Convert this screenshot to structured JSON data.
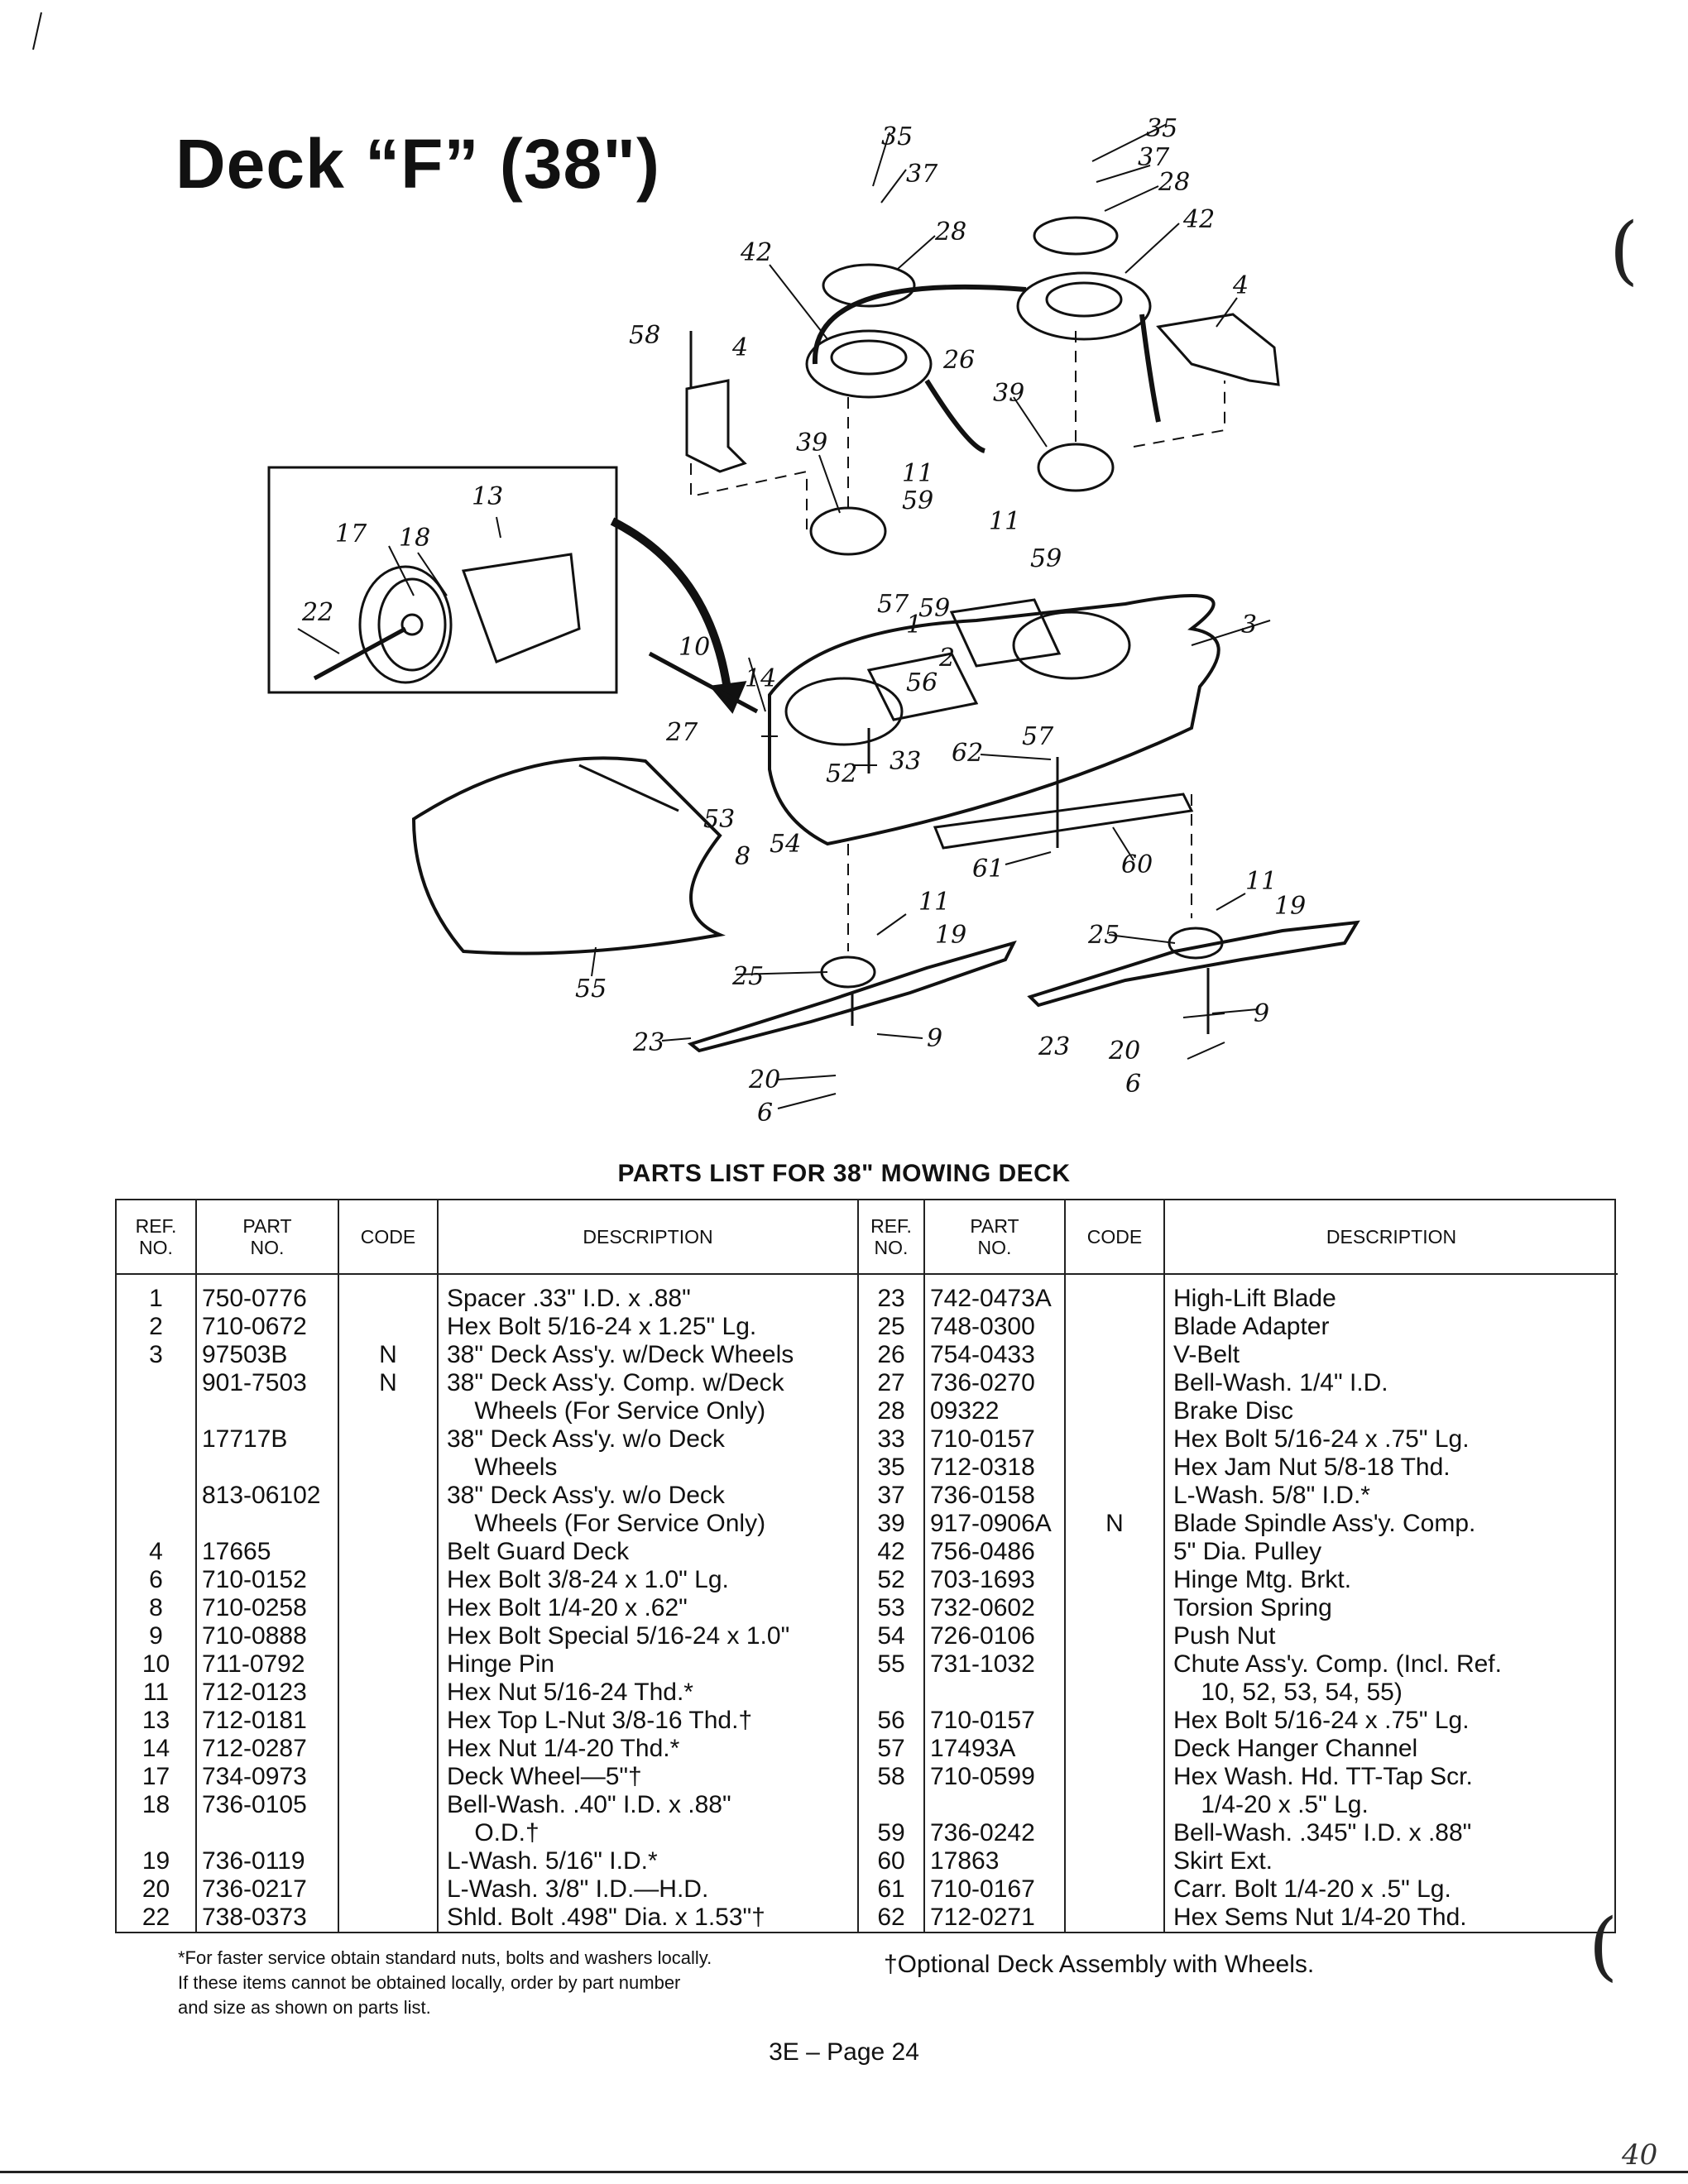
{
  "title": "Deck “F” (38\")",
  "list_title": "PARTS LIST FOR 38\" MOWING DECK",
  "headers": {
    "ref": "REF.\nNO.",
    "part": "PART\nNO.",
    "code": "CODE",
    "desc": "DESCRIPTION"
  },
  "left": {
    "ref": "1\n2\n3\n\n\n\n\n\n\n4\n6\n8\n9\n10\n11\n13\n14\n17\n18\n\n19\n20\n22",
    "part": "750-0776\n710-0672\n97503B\n901-7503\n\n17717B\n\n813-06102\n\n17665\n710-0152\n710-0258\n710-0888\n711-0792\n712-0123\n712-0181\n712-0287\n734-0973\n736-0105\n\n736-0119\n736-0217\n738-0373",
    "code": "\n\nN\nN\n\n\n\n\n\n\n\n\n\n\n\n\n\n\n\n\n\n\n",
    "desc": "Spacer .33\" I.D. x .88\"\nHex Bolt 5/16-24 x 1.25\" Lg.\n38\" Deck Ass'y. w/Deck Wheels\n38\" Deck Ass'y. Comp. w/Deck\n    Wheels (For Service Only)\n38\" Deck Ass'y. w/o Deck\n    Wheels\n38\" Deck Ass'y. w/o Deck\n    Wheels (For Service Only)\nBelt Guard Deck\nHex Bolt 3/8-24 x 1.0\" Lg.\nHex Bolt 1/4-20 x .62\"\nHex Bolt Special 5/16-24 x 1.0\"\nHinge Pin\nHex Nut 5/16-24 Thd.*\nHex Top L-Nut 3/8-16 Thd.†\nHex Nut 1/4-20 Thd.*\nDeck Wheel—5\"†\nBell-Wash. .40\" I.D. x .88\"\n    O.D.†\nL-Wash. 5/16\" I.D.*\nL-Wash. 3/8\" I.D.—H.D.\nShld. Bolt .498\" Dia. x 1.53\"†"
  },
  "right": {
    "ref": "23\n25\n26\n27\n28\n33\n35\n37\n39\n42\n52\n53\n54\n55\n\n56\n57\n58\n\n59\n60\n61\n62",
    "part": "742-0473A\n748-0300\n754-0433\n736-0270\n09322\n710-0157\n712-0318\n736-0158\n917-0906A\n756-0486\n703-1693\n732-0602\n726-0106\n731-1032\n\n710-0157\n17493A\n710-0599\n\n736-0242\n17863\n710-0167\n712-0271",
    "code": "\n\n\n\n\n\n\n\nN\n\n\n\n\n\n\n\n\n\n\n\n\n\n",
    "desc": "High-Lift Blade\nBlade Adapter\nV-Belt\nBell-Wash. 1/4\" I.D.\nBrake Disc\nHex Bolt 5/16-24 x .75\" Lg.\nHex Jam Nut 5/8-18 Thd.\nL-Wash. 5/8\" I.D.*\nBlade Spindle Ass'y. Comp.\n5\" Dia. Pulley\nHinge Mtg. Brkt.\nTorsion Spring\nPush Nut\nChute Ass'y. Comp. (Incl. Ref.\n    10, 52, 53, 54, 55)\nHex Bolt 5/16-24 x .75\" Lg.\nDeck Hanger Channel\nHex Wash. Hd. TT-Tap Scr.\n    1/4-20 x .5\" Lg.\nBell-Wash. .345\" I.D. x .88\"\nSkirt Ext.\nCarr. Bolt 1/4-20 x .5\" Lg.\nHex Sems Nut 1/4-20 Thd."
  },
  "footnote_left": "*For faster service obtain standard nuts, bolts and washers locally.\nIf these items cannot be obtained locally, order by part number\nand size as shown on parts list.",
  "footnote_right": "†Optional Deck Assembly with Wheels.",
  "page_number": "3E – Page 24",
  "corner_note": "40",
  "callouts": {
    "c35a": "35",
    "c37a": "37",
    "c28a": "28",
    "c42a": "42",
    "c35b": "35",
    "c37b": "37",
    "c28b": "28",
    "c42b": "42",
    "c58": "58",
    "c4a": "4",
    "c4b": "4",
    "c26": "26",
    "c39a": "39",
    "c39b": "39",
    "c11a": "11",
    "c59a": "59",
    "c11b": "11",
    "c59b": "59",
    "c13": "13",
    "c17": "17",
    "c18": "18",
    "c22": "22",
    "c57a": "57",
    "c59c": "59",
    "c1": "1",
    "c3": "3",
    "c2": "2",
    "c56": "56",
    "c57b": "57",
    "c10": "10",
    "c14": "14",
    "c27": "27",
    "c52": "52",
    "c33": "33",
    "c62": "62",
    "c53": "53",
    "c8": "8",
    "c54": "54",
    "c61": "61",
    "c60": "60",
    "c11c": "11",
    "c19a": "19",
    "c11d": "11",
    "c19b": "19",
    "c25a": "25",
    "c25b": "25",
    "c55": "55",
    "c23a": "23",
    "c9a": "9",
    "c20a": "20",
    "c6a": "6",
    "c23b": "23",
    "c20b": "20",
    "c9b": "9",
    "c6b": "6"
  }
}
